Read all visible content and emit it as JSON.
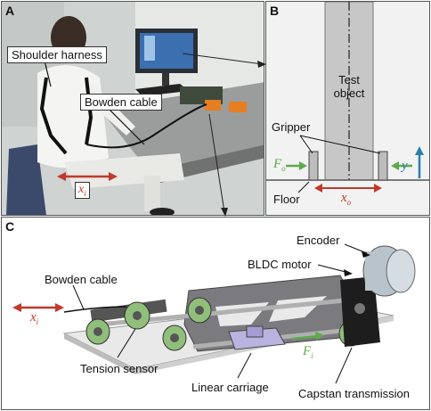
{
  "panels": {
    "a": {
      "label": "A",
      "shoulder_harness": "Shoulder harness",
      "bowden_cable": "Bowden cable",
      "displacement_symbol": "x",
      "displacement_sub": "i"
    },
    "b": {
      "label": "B",
      "test_object": "Test object",
      "gripper": "Gripper",
      "floor": "Floor",
      "force_symbol": "F",
      "force_sub": "o",
      "position_symbol": "x",
      "position_sub": "o",
      "vertical_symbol": "y"
    },
    "c": {
      "label": "C",
      "encoder": "Encoder",
      "bldc_motor": "BLDC motor",
      "bowden_cable": "Bowden cable",
      "tension_sensor": "Tension sensor",
      "linear_carriage": "Linear carriage",
      "capstan_transmission": "Capstan transmission",
      "input_symbol": "x",
      "input_sub": "i",
      "force_symbol": "F",
      "force_sub": "i"
    }
  },
  "colors": {
    "displacement_arrow": "#c0392b",
    "force_arrow": "#5cab4a",
    "vertical_arrow": "#2e7fa8",
    "pulley_green": "#8fbf7a",
    "carriage_purple": "#b9b3df"
  }
}
